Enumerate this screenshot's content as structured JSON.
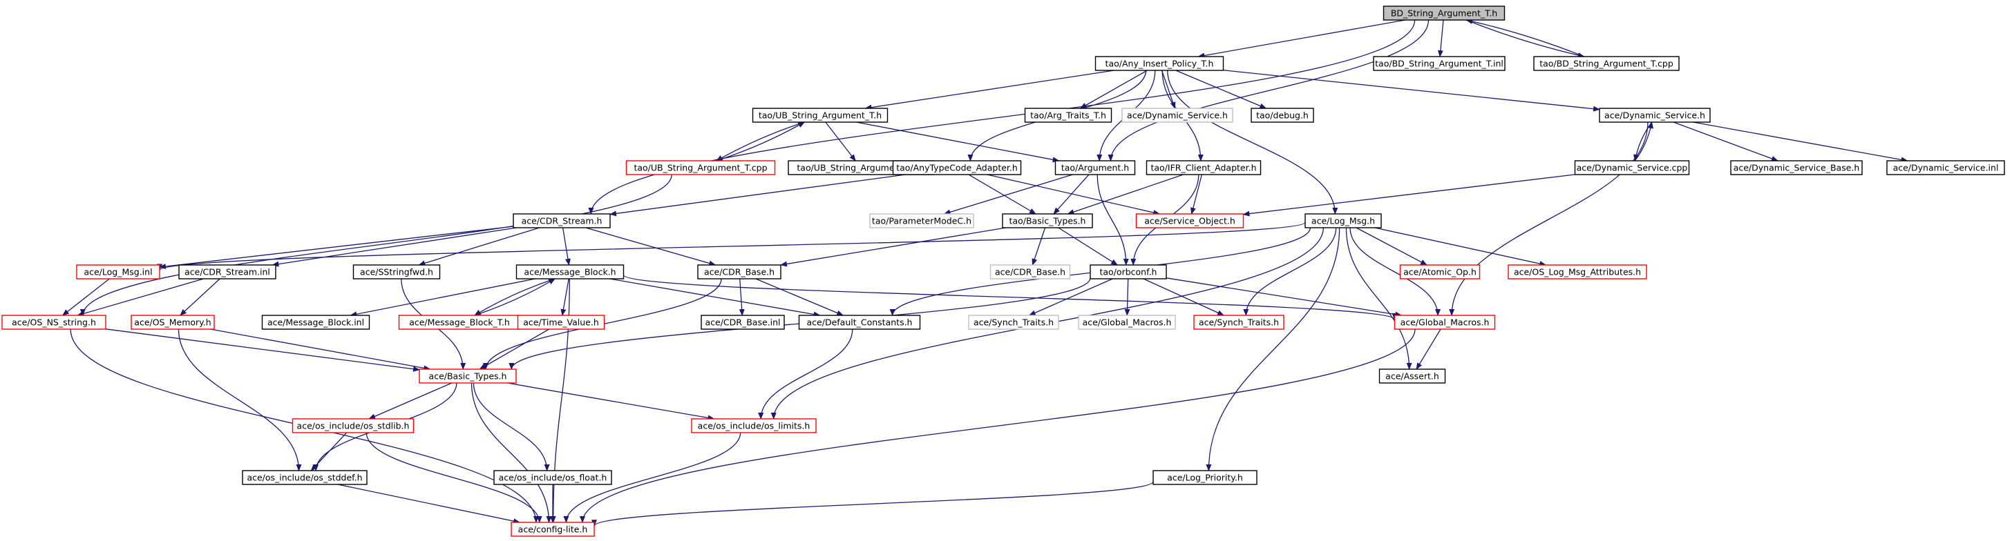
{
  "graph": {
    "title": "BD_String_Argument_T.h",
    "colors": {
      "root_fill": "#bfbfbf",
      "node_fill": "#ffffff",
      "edge": "#191970",
      "border_normal": "#000000",
      "border_truncated": "#ff0000",
      "border_undocumented": "#bfbfbf"
    },
    "nodes": [
      {
        "id": "root",
        "label": "BD_String_Argument_T.h",
        "style": "root"
      },
      {
        "id": "bdinl",
        "label": "tao/BD_String_Argument_T.inl",
        "style": "normal"
      },
      {
        "id": "bdcpp",
        "label": "tao/BD_String_Argument_T.cpp",
        "style": "normal"
      },
      {
        "id": "anyins",
        "label": "tao/Any_Insert_Policy_T.h",
        "style": "normal"
      },
      {
        "id": "ubh",
        "label": "tao/UB_String_Argument_T.h",
        "style": "normal"
      },
      {
        "id": "argtr",
        "label": "tao/Arg_Traits_T.h",
        "style": "normal"
      },
      {
        "id": "dynsvcgray",
        "label": "ace/Dynamic_Service.h",
        "style": "undocumented"
      },
      {
        "id": "debug",
        "label": "tao/debug.h",
        "style": "normal"
      },
      {
        "id": "dynsvc",
        "label": "ace/Dynamic_Service.h",
        "style": "normal"
      },
      {
        "id": "ubcpp",
        "label": "tao/UB_String_Argument_T.cpp",
        "style": "truncated"
      },
      {
        "id": "ubinl",
        "label": "tao/UB_String_Argument_T.inl",
        "style": "normal"
      },
      {
        "id": "anytc",
        "label": "tao/AnyTypeCode_Adapter.h",
        "style": "normal"
      },
      {
        "id": "argument",
        "label": "tao/Argument.h",
        "style": "normal"
      },
      {
        "id": "ifr",
        "label": "tao/IFR_Client_Adapter.h",
        "style": "normal"
      },
      {
        "id": "dynsvccpp",
        "label": "ace/Dynamic_Service.cpp",
        "style": "normal"
      },
      {
        "id": "dynsvcbase",
        "label": "ace/Dynamic_Service_Base.h",
        "style": "normal"
      },
      {
        "id": "dynsvcinl",
        "label": "ace/Dynamic_Service.inl",
        "style": "normal"
      },
      {
        "id": "cdrstream",
        "label": "ace/CDR_Stream.h",
        "style": "normal"
      },
      {
        "id": "parammode",
        "label": "tao/ParameterModeC.h",
        "style": "undocumented"
      },
      {
        "id": "taobasic",
        "label": "tao/Basic_Types.h",
        "style": "normal"
      },
      {
        "id": "svcobj",
        "label": "ace/Service_Object.h",
        "style": "truncated"
      },
      {
        "id": "logmsg",
        "label": "ace/Log_Msg.h",
        "style": "normal"
      },
      {
        "id": "logmsginl",
        "label": "ace/Log_Msg.inl",
        "style": "truncated"
      },
      {
        "id": "cdrstreaminl",
        "label": "ace/CDR_Stream.inl",
        "style": "normal"
      },
      {
        "id": "sstringfwd",
        "label": "ace/SStringfwd.h",
        "style": "normal"
      },
      {
        "id": "msgblock",
        "label": "ace/Message_Block.h",
        "style": "normal"
      },
      {
        "id": "cdrbase",
        "label": "ace/CDR_Base.h",
        "style": "normal"
      },
      {
        "id": "cdrbasegray",
        "label": "ace/CDR_Base.h",
        "style": "undocumented"
      },
      {
        "id": "orbconf",
        "label": "tao/orbconf.h",
        "style": "normal"
      },
      {
        "id": "atomic",
        "label": "ace/Atomic_Op.h",
        "style": "truncated"
      },
      {
        "id": "oslogattr",
        "label": "ace/OS_Log_Msg_Attributes.h",
        "style": "truncated"
      },
      {
        "id": "osns",
        "label": "ace/OS_NS_string.h",
        "style": "truncated"
      },
      {
        "id": "osmem",
        "label": "ace/OS_Memory.h",
        "style": "truncated"
      },
      {
        "id": "msgblockinl",
        "label": "ace/Message_Block.inl",
        "style": "normal"
      },
      {
        "id": "msgblockt",
        "label": "ace/Message_Block_T.h",
        "style": "truncated"
      },
      {
        "id": "timevalue",
        "label": "ace/Time_Value.h",
        "style": "truncated"
      },
      {
        "id": "cdrbaseinl",
        "label": "ace/CDR_Base.inl",
        "style": "normal"
      },
      {
        "id": "defconst",
        "label": "ace/Default_Constants.h",
        "style": "normal"
      },
      {
        "id": "synchtrgray",
        "label": "ace/Synch_Traits.h",
        "style": "undocumented"
      },
      {
        "id": "globalgray",
        "label": "ace/Global_Macros.h",
        "style": "undocumented"
      },
      {
        "id": "synchtr",
        "label": "ace/Synch_Traits.h",
        "style": "truncated"
      },
      {
        "id": "global",
        "label": "ace/Global_Macros.h",
        "style": "truncated"
      },
      {
        "id": "acebasic",
        "label": "ace/Basic_Types.h",
        "style": "truncated"
      },
      {
        "id": "assert",
        "label": "ace/Assert.h",
        "style": "normal"
      },
      {
        "id": "stdlib",
        "label": "ace/os_include/os_stdlib.h",
        "style": "truncated"
      },
      {
        "id": "limits",
        "label": "ace/os_include/os_limits.h",
        "style": "truncated"
      },
      {
        "id": "stddef",
        "label": "ace/os_include/os_stddef.h",
        "style": "normal"
      },
      {
        "id": "float",
        "label": "ace/os_include/os_float.h",
        "style": "normal"
      },
      {
        "id": "logprio",
        "label": "ace/Log_Priority.h",
        "style": "normal"
      },
      {
        "id": "config",
        "label": "ace/config-lite.h",
        "style": "truncated"
      }
    ],
    "edges": [
      {
        "from": "root",
        "to": "anyins"
      },
      {
        "from": "root",
        "to": "bdinl"
      },
      {
        "from": "root",
        "to": "bdcpp"
      },
      {
        "from": "bdcpp",
        "to": "root"
      },
      {
        "from": "root",
        "to": "argument"
      },
      {
        "from": "root",
        "to": "cdrstream"
      },
      {
        "from": "anyins",
        "to": "ubh"
      },
      {
        "from": "anyins",
        "to": "argtr"
      },
      {
        "from": "anyins",
        "to": "dynsvcgray"
      },
      {
        "from": "anyins",
        "to": "debug"
      },
      {
        "from": "anyins",
        "to": "dynsvc"
      },
      {
        "from": "anyins",
        "to": "anytc"
      },
      {
        "from": "anyins",
        "to": "argument"
      },
      {
        "from": "anyins",
        "to": "ifr"
      },
      {
        "from": "anyins",
        "to": "logmsg"
      },
      {
        "from": "ubh",
        "to": "ubcpp"
      },
      {
        "from": "ubcpp",
        "to": "ubh"
      },
      {
        "from": "ubh",
        "to": "ubinl"
      },
      {
        "from": "ubh",
        "to": "argument"
      },
      {
        "from": "ubcpp",
        "to": "osns"
      },
      {
        "from": "dynsvc",
        "to": "dynsvccpp"
      },
      {
        "from": "dynsvccpp",
        "to": "dynsvc"
      },
      {
        "from": "dynsvc",
        "to": "dynsvcbase"
      },
      {
        "from": "dynsvc",
        "to": "dynsvcinl"
      },
      {
        "from": "dynsvc",
        "to": "global"
      },
      {
        "from": "dynsvccpp",
        "to": "svcobj"
      },
      {
        "from": "anytc",
        "to": "cdrstream"
      },
      {
        "from": "anytc",
        "to": "taobasic"
      },
      {
        "from": "anytc",
        "to": "svcobj"
      },
      {
        "from": "argument",
        "to": "parammode"
      },
      {
        "from": "argument",
        "to": "taobasic"
      },
      {
        "from": "argument",
        "to": "orbconf"
      },
      {
        "from": "ifr",
        "to": "taobasic"
      },
      {
        "from": "ifr",
        "to": "svcobj"
      },
      {
        "from": "ifr",
        "to": "orbconf"
      },
      {
        "from": "cdrstream",
        "to": "logmsginl"
      },
      {
        "from": "cdrstream",
        "to": "cdrstreaminl"
      },
      {
        "from": "cdrstream",
        "to": "sstringfwd"
      },
      {
        "from": "cdrstream",
        "to": "msgblock"
      },
      {
        "from": "cdrstream",
        "to": "cdrbase"
      },
      {
        "from": "taobasic",
        "to": "cdrbase"
      },
      {
        "from": "taobasic",
        "to": "cdrbasegray"
      },
      {
        "from": "taobasic",
        "to": "orbconf"
      },
      {
        "from": "logmsg",
        "to": "logmsginl"
      },
      {
        "from": "logmsg",
        "to": "atomic"
      },
      {
        "from": "logmsg",
        "to": "oslogattr"
      },
      {
        "from": "logmsg",
        "to": "defconst"
      },
      {
        "from": "logmsg",
        "to": "synchtr"
      },
      {
        "from": "logmsg",
        "to": "global"
      },
      {
        "from": "logmsg",
        "to": "assert"
      },
      {
        "from": "logmsg",
        "to": "limits"
      },
      {
        "from": "logmsg",
        "to": "logprio"
      },
      {
        "from": "logmsginl",
        "to": "osns"
      },
      {
        "from": "cdrstreaminl",
        "to": "osns"
      },
      {
        "from": "cdrstreaminl",
        "to": "osmem"
      },
      {
        "from": "sstringfwd",
        "to": "acebasic"
      },
      {
        "from": "msgblock",
        "to": "msgblockinl"
      },
      {
        "from": "msgblock",
        "to": "msgblockt"
      },
      {
        "from": "msgblockt",
        "to": "msgblock"
      },
      {
        "from": "msgblock",
        "to": "timevalue"
      },
      {
        "from": "msgblock",
        "to": "defconst"
      },
      {
        "from": "msgblock",
        "to": "global"
      },
      {
        "from": "msgblock",
        "to": "config"
      },
      {
        "from": "cdrbase",
        "to": "cdrbaseinl"
      },
      {
        "from": "cdrbase",
        "to": "defconst"
      },
      {
        "from": "cdrbase",
        "to": "acebasic"
      },
      {
        "from": "orbconf",
        "to": "synchtrgray"
      },
      {
        "from": "orbconf",
        "to": "globalgray"
      },
      {
        "from": "orbconf",
        "to": "synchtr"
      },
      {
        "from": "orbconf",
        "to": "global"
      },
      {
        "from": "orbconf",
        "to": "acebasic"
      },
      {
        "from": "osns",
        "to": "acebasic"
      },
      {
        "from": "osns",
        "to": "config"
      },
      {
        "from": "osmem",
        "to": "acebasic"
      },
      {
        "from": "osmem",
        "to": "stddef"
      },
      {
        "from": "timevalue",
        "to": "acebasic"
      },
      {
        "from": "defconst",
        "to": "limits"
      },
      {
        "from": "global",
        "to": "assert"
      },
      {
        "from": "global",
        "to": "config"
      },
      {
        "from": "acebasic",
        "to": "stdlib"
      },
      {
        "from": "acebasic",
        "to": "limits"
      },
      {
        "from": "acebasic",
        "to": "stddef"
      },
      {
        "from": "acebasic",
        "to": "float"
      },
      {
        "from": "acebasic",
        "to": "config"
      },
      {
        "from": "stdlib",
        "to": "stddef"
      },
      {
        "from": "stdlib",
        "to": "config"
      },
      {
        "from": "limits",
        "to": "config"
      },
      {
        "from": "stddef",
        "to": "config"
      },
      {
        "from": "float",
        "to": "config"
      },
      {
        "from": "logprio",
        "to": "config"
      }
    ]
  }
}
